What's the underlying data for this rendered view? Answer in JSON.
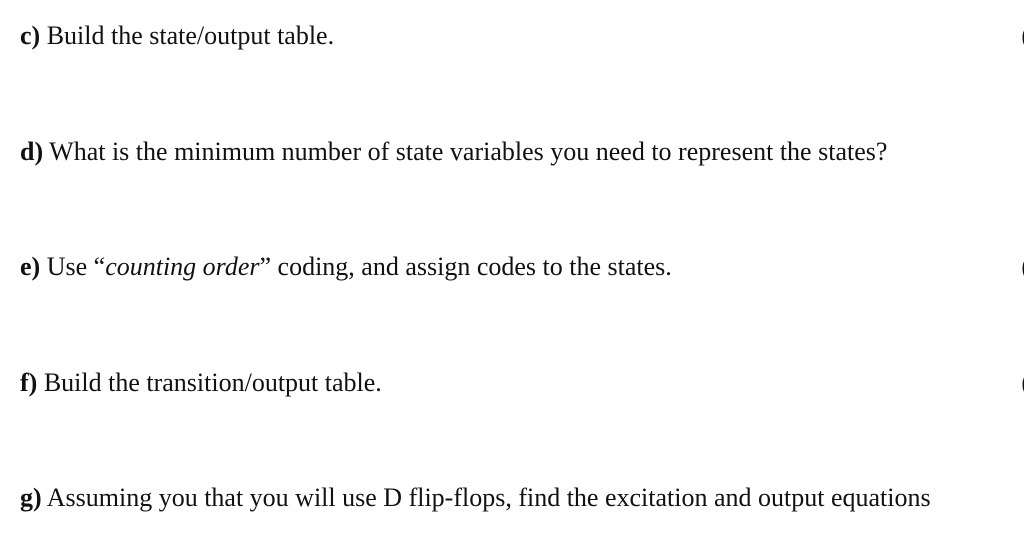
{
  "questions": [
    {
      "label": "c)",
      "text": " Build the state/output table."
    },
    {
      "label": "d)",
      "text": " What is the minimum number of state variables you need to represent the states?"
    },
    {
      "label": "e)",
      "text_before": " Use “",
      "italic": "counting order",
      "text_after": "” coding, and assign codes to the states."
    },
    {
      "label": "f)",
      "text": " Build the transition/output table."
    },
    {
      "label": "g)",
      "text": " Assuming you that you will use D flip-flops, find the excitation and output equations"
    }
  ],
  "edge_marks": [
    "(",
    "(",
    "("
  ]
}
